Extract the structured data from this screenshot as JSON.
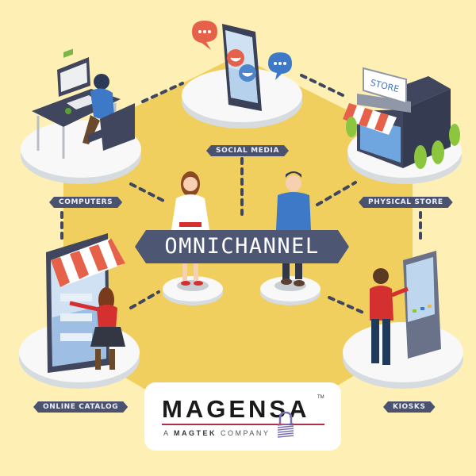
{
  "diagram": {
    "title": "OMNICHANNEL",
    "colors": {
      "background": "#FEEFB5",
      "hexagon": "#F1CF5E",
      "label_bg": "#4A5270",
      "label_text": "#EEF0F6",
      "platform": "#F8F8F8",
      "platform_edge": "#D6DBDF",
      "connector": "#3E4660"
    },
    "channels": [
      {
        "id": "social-media",
        "label": "SOCIAL MEDIA",
        "icon": "smartphone-chat-icon"
      },
      {
        "id": "computers",
        "label": "COMPUTERS",
        "icon": "desktop-computer-user-icon"
      },
      {
        "id": "physical-store",
        "label": "PHYSICAL STORE",
        "icon": "storefront-icon"
      },
      {
        "id": "online-catalog",
        "label": "ONLINE CATALOG",
        "icon": "online-catalog-tablet-icon"
      },
      {
        "id": "kiosks",
        "label": "KIOSKS",
        "icon": "kiosk-terminal-icon"
      }
    ],
    "store_sign": "STORE"
  },
  "logo": {
    "brand": "MAGENSA",
    "trademark": "TM",
    "tagline_prefix": "A",
    "tagline_company": "MAGTEK",
    "tagline_suffix": "COMPANY"
  }
}
